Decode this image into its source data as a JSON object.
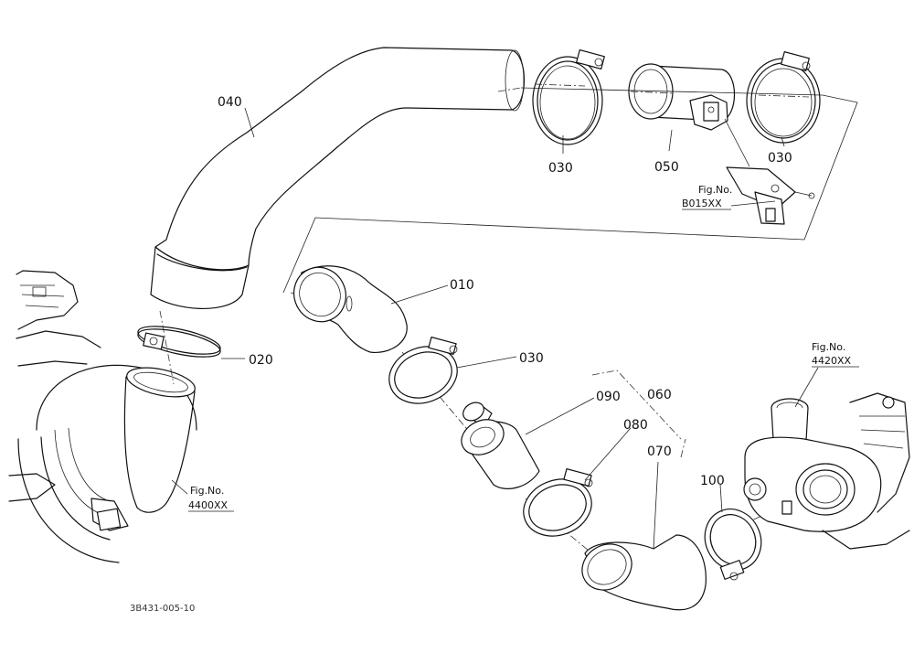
{
  "parts": {
    "p010": "010",
    "p020": "020",
    "p030a": "030",
    "p030b": "030",
    "p030c": "030",
    "p040": "040",
    "p050": "050",
    "p060": "060",
    "p070": "070",
    "p080": "080",
    "p090": "090",
    "p100": "100"
  },
  "figrefs": {
    "fig_b015": {
      "label": "Fig.No.",
      "number": "B015XX"
    },
    "fig_4400": {
      "label": "Fig.No.",
      "number": "4400XX"
    },
    "fig_4420": {
      "label": "Fig.No.",
      "number": "4420XX"
    }
  },
  "drawing_code": "3B431-005-10"
}
